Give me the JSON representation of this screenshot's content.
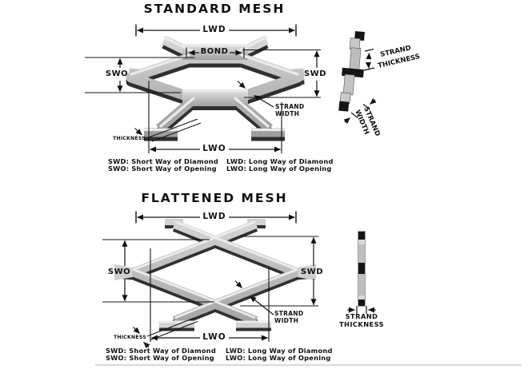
{
  "colors": {
    "background": "#ffffff",
    "ink": "#111111",
    "mesh_mid": "#bcbcbc",
    "mesh_light": "#e6e6e6",
    "mesh_dark": "#2f2f2f",
    "divider": "#dcdcdc"
  },
  "standard": {
    "title": "STANDARD MESH",
    "dims": {
      "lwd": "LWD",
      "bond": "BOND",
      "swo": "SWO",
      "swd": "SWD",
      "lwo": "LWO",
      "thickness": "THICKNESS",
      "strand_width_l1": "STRAND",
      "strand_width_l2": "WIDTH"
    },
    "cross_section": {
      "strand_thickness_l1": "STRAND",
      "strand_thickness_l2": "THICKNESS",
      "strand_width_l1": "STRAND",
      "strand_width_l2": "WIDTH"
    },
    "legend": {
      "swd": "SWD: Short Way of Diamond",
      "swo": "SWO: Short Way of Opening",
      "lwd": "LWD: Long Way of Diamond",
      "lwo": "LWO: Long Way of Opening"
    }
  },
  "flattened": {
    "title": "FLATTENED MESH",
    "dims": {
      "lwd": "LWD",
      "swo": "SWO",
      "swd": "SWD",
      "lwo": "LWO",
      "thickness": "THICKNESS",
      "strand_width_l1": "STRAND",
      "strand_width_l2": "WIDTH"
    },
    "cross_section": {
      "strand_thickness_l1": "STRAND",
      "strand_thickness_l2": "THICKNESS"
    },
    "legend": {
      "swd": "SWD: Short Way of Diamond",
      "swo": "SWO: Short Way of Opening",
      "lwd": "LWD: Long Way of Diamond",
      "lwo": "LWO: Long Way of Opening"
    }
  }
}
